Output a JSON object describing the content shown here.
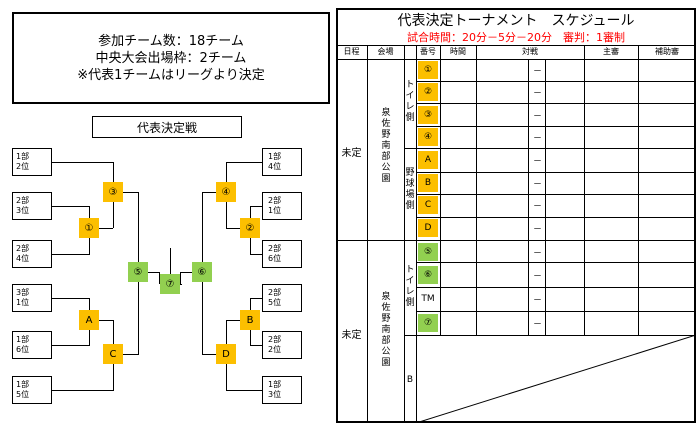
{
  "info": {
    "lines": [
      "参加チーム数：18チーム",
      "中央大会出場枠：2チーム",
      "※代表1チームはリーグより決定"
    ]
  },
  "bracket": {
    "title": "代表決定戦",
    "left_teams": [
      {
        "l1": "1部",
        "l2": "2位"
      },
      {
        "l1": "2部",
        "l2": "3位"
      },
      {
        "l1": "2部",
        "l2": "4位"
      },
      {
        "l1": "3部",
        "l2": "1位"
      },
      {
        "l1": "1部",
        "l2": "6位"
      },
      {
        "l1": "1部",
        "l2": "5位"
      }
    ],
    "right_teams": [
      {
        "l1": "1部",
        "l2": "4位"
      },
      {
        "l1": "2部",
        "l2": "1位"
      },
      {
        "l1": "2部",
        "l2": "6位"
      },
      {
        "l1": "2部",
        "l2": "5位"
      },
      {
        "l1": "2部",
        "l2": "2位"
      },
      {
        "l1": "1部",
        "l2": "3位"
      }
    ],
    "matches": {
      "m1": "①",
      "m2": "②",
      "m3": "③",
      "m4": "④",
      "mA": "A",
      "mB": "B",
      "mC": "C",
      "mD": "D",
      "m5": "⑤",
      "m6": "⑥",
      "m7": "⑦"
    }
  },
  "schedule": {
    "title": "代表決定トーナメント　スケジュール",
    "subtitle": "試合時間：20分－5分－20分　審判：1審制",
    "headers": {
      "date": "日程",
      "venue": "会場",
      "num": "番号",
      "time": "時間",
      "match": "対戦",
      "referee": "主審",
      "assistant": "補助審"
    },
    "top": {
      "date": "未定",
      "venue": "泉佐野南部公園",
      "field1": "トイレ側",
      "field2": "野球場側",
      "nums": [
        "①",
        "②",
        "③",
        "④",
        "A",
        "B",
        "C",
        "D"
      ],
      "dash": "－"
    },
    "bottom": {
      "date": "未定",
      "venue": "泉佐野南部公園",
      "field1": "トイレ側",
      "field2": "B",
      "nums": [
        "⑤",
        "⑥",
        "TM",
        "⑦"
      ],
      "dash": "－"
    }
  },
  "colors": {
    "orange": "#fcbf00",
    "green": "#92d050"
  }
}
